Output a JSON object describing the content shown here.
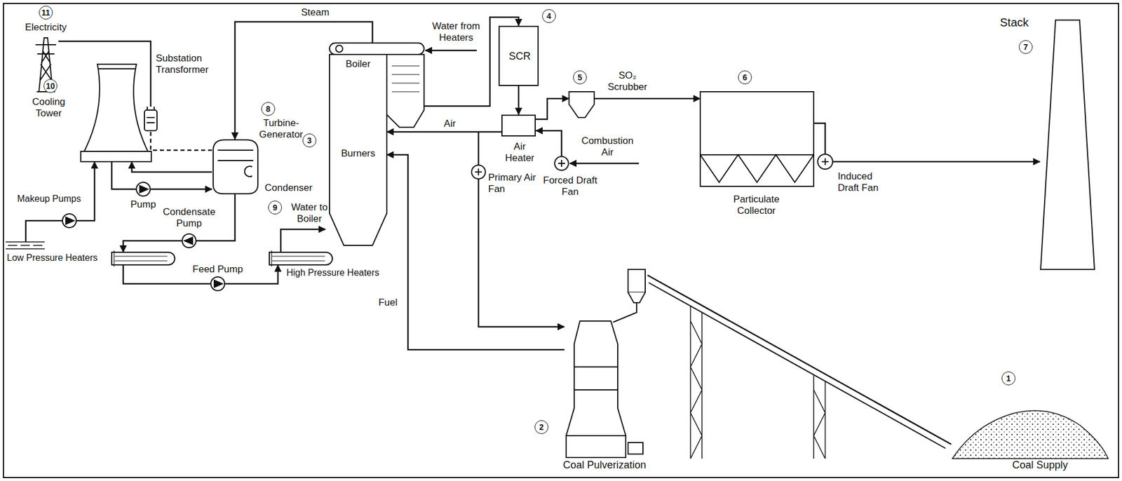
{
  "diagram": {
    "nodes": [
      {
        "text": [
          "Electricity"
        ]
      },
      {
        "text": [
          "Substation Transformer"
        ]
      },
      {
        "text": [
          "Cooling Tower"
        ]
      },
      {
        "text": [
          "Makeup Pumps"
        ]
      },
      {
        "text": [
          "Pump"
        ]
      },
      {
        "text": [
          "Turbine-Generator",
          "Condenser"
        ]
      },
      {
        "text": [
          "Condensate Pump"
        ]
      },
      {
        "text": [
          "Low Pressure Heaters"
        ]
      },
      {
        "text": [
          "Feed Pump"
        ]
      },
      {
        "text": [
          "High Pressure Heaters"
        ]
      },
      {
        "text": [
          "Boiler",
          "Burners"
        ]
      },
      {
        "text": [
          "SCR"
        ]
      },
      {
        "text": [
          "Air Heater"
        ]
      },
      {
        "text": [
          "SO₂ Scrubber"
        ]
      },
      {
        "text": [
          "Primary Air Fan"
        ]
      },
      {
        "text": [
          "Forced Draft Fan"
        ]
      },
      {
        "text": [
          "Particulate Collector"
        ]
      },
      {
        "text": [
          "Induced Draft Fan"
        ]
      },
      {
        "text": [
          "Stack"
        ]
      },
      {
        "text": [
          "Coal Pulverization"
        ]
      },
      {
        "text": [
          "Coal Supply"
        ]
      }
    ],
    "edges": [
      {
        "from": 1,
        "to": 0,
        "arrow": "none"
      },
      {
        "from": 5,
        "to": 1,
        "arrow": "none"
      },
      {
        "from": 10,
        "to": 5,
        "arrow": "to",
        "label": "Steam"
      },
      {
        "from": 3,
        "to": 2,
        "arrow": "to"
      },
      {
        "from": 2,
        "to": 4,
        "arrow": "none"
      },
      {
        "from": 4,
        "to": 5,
        "arrow": "to"
      },
      {
        "from": 5,
        "to": 2,
        "arrow": "to"
      },
      {
        "from": 5,
        "to": 6,
        "arrow": "none"
      },
      {
        "from": 6,
        "to": 7,
        "arrow": "to"
      },
      {
        "from": 7,
        "to": 8,
        "arrow": "none"
      },
      {
        "from": 8,
        "to": 9,
        "arrow": "to"
      },
      {
        "from": 10,
        "to": 11,
        "arrow": "to"
      },
      {
        "from": 11,
        "to": 12,
        "arrow": "to"
      },
      {
        "from": 12,
        "to": 10,
        "arrow": "to",
        "label": "Air"
      },
      {
        "from": 12,
        "to": 13,
        "arrow": "to"
      },
      {
        "from": 15,
        "to": 12,
        "arrow": "to"
      },
      {
        "from": 14,
        "to": 19,
        "arrow": "to"
      },
      {
        "from": 19,
        "to": 10,
        "arrow": "to",
        "label": "Fuel"
      },
      {
        "from": 13,
        "to": 16,
        "arrow": "to"
      },
      {
        "from": 16,
        "to": 17,
        "arrow": "none"
      },
      {
        "from": 17,
        "to": 18,
        "arrow": "to"
      },
      {
        "from": 20,
        "to": 19,
        "arrow": "none"
      }
    ],
    "labels": [
      "11",
      "10",
      "8",
      "9",
      "3",
      "4",
      "5",
      "6",
      "7",
      "2",
      "1",
      "Water from Heaters",
      "Water to Boiler",
      "Combustion Air"
    ]
  }
}
